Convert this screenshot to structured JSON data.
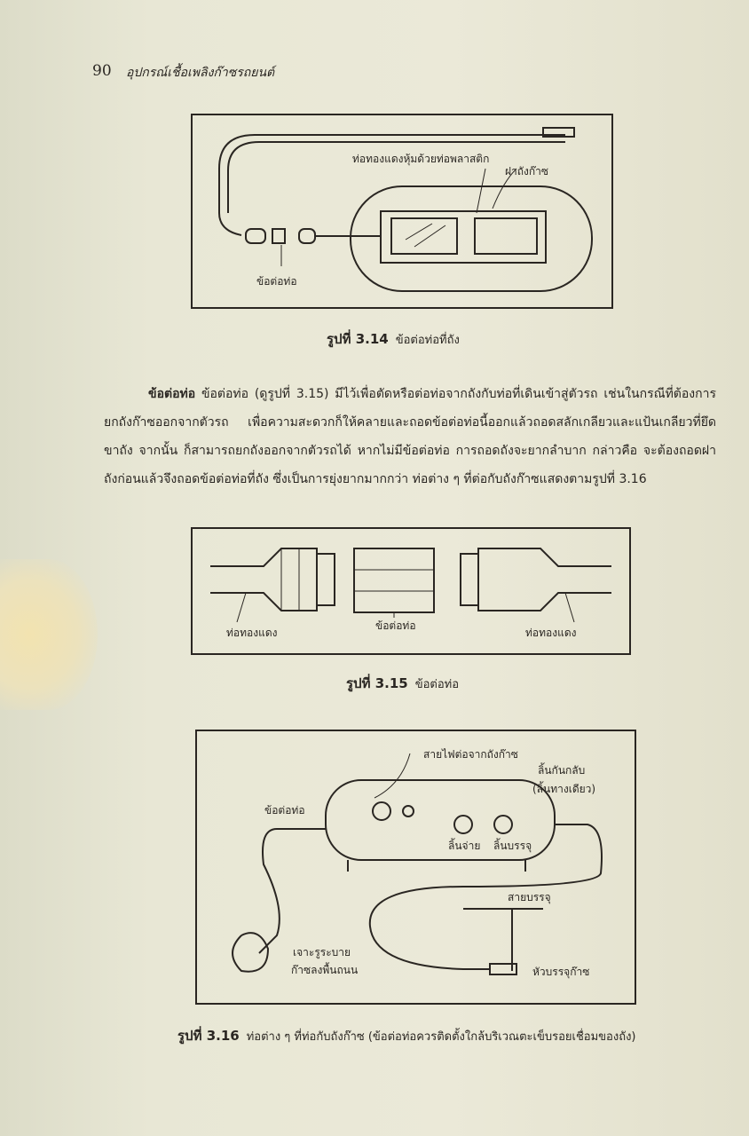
{
  "header": {
    "page_number": "90",
    "book_title": "อุปกรณ์เชื้อเพลิงก๊าซรถยนต์"
  },
  "figure_3_14": {
    "caption_number": "รูปที่ 3.14",
    "caption_text": "ข้อต่อท่อที่ถัง",
    "labels": [
      "ท่อทองแดงหุ้มด้วยท่อพลาสติก",
      "ฝาถังก๊าซ",
      "ข้อต่อท่อ"
    ]
  },
  "paragraph": {
    "lead": "ข้อต่อท่อ",
    "body": "ข้อต่อท่อ (ดูรูปที่ 3.15) มีไว้เพื่อตัดหรือต่อท่อจากถังกับท่อที่เดินเข้าสู่ตัวรถ  เช่นในกรณีที่ต้องการยกถังก๊าซออกจากตัวรถ  เพื่อความสะดวกก็ให้คลายและถอดข้อต่อท่อนี้ออกแล้วถอดสลักเกลียวและแป้นเกลียวที่ยึดขาถัง จากนั้น ก็สามารถยกถังออกจากตัวรถได้ หากไม่มีข้อต่อท่อ การถอดถังจะยากลำบาก กล่าวคือ จะต้องถอดฝาถังก่อนแล้วจึงถอดข้อต่อท่อที่ถัง ซึ่งเป็นการยุ่งยากมากกว่า ท่อต่าง ๆ ที่ต่อกับถังก๊าซแสดงตามรูปที่ 3.16"
  },
  "figure_3_15": {
    "caption_number": "รูปที่ 3.15",
    "caption_text": "ข้อต่อท่อ",
    "labels": [
      "ท่อทองแดง",
      "ข้อต่อท่อ",
      "ท่อทองแดง"
    ]
  },
  "figure_3_16": {
    "caption_number": "รูปที่ 3.16",
    "caption_text": "ท่อต่าง ๆ ที่ท่อกับถังก๊าซ (ข้อต่อท่อควรติดตั้งใกล้บริเวณตะเข็บรอยเชื่อมของถัง)",
    "labels": [
      "สายไฟต่อจากถังก๊าซ",
      "ลิ้นกันกลับ",
      "(ลิ้นทางเดียว)",
      "ข้อต่อท่อ",
      "ลิ้นจ่าย",
      "ลิ้นบรรจุ",
      "สายบรรจุ",
      "เจาะรูระบาย",
      "ก๊าซลงพื้นถนน",
      "หัวบรรจุก๊าซ"
    ]
  }
}
